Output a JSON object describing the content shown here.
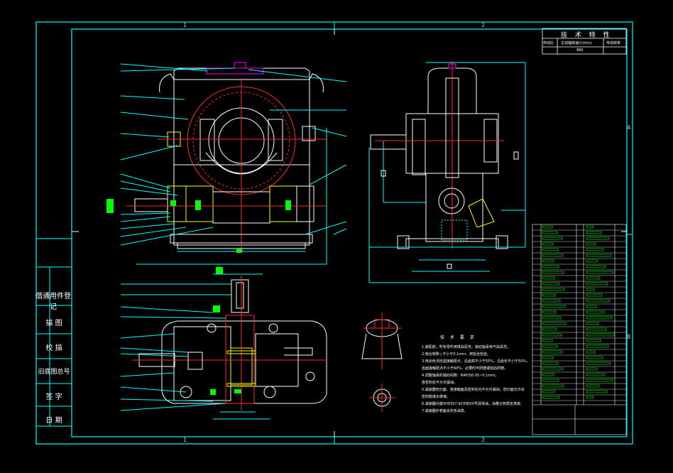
{
  "zones": {
    "top_1": "1",
    "top_2": "2",
    "bottom_1": "1",
    "bottom_2": "2",
    "right_a": "A",
    "right_b": "B"
  },
  "side_table": [
    "借通用件登记",
    "描 图",
    "校 描",
    "旧底图总号",
    "签 字",
    "日 期"
  ],
  "spec_table": {
    "title": "技 术 特 性",
    "headers": [
      "传动比",
      "主动轴转速/(r/min)",
      "传动效率"
    ],
    "values": [
      "",
      "960",
      ""
    ]
  },
  "tech_req": {
    "title": "技 术 要 求",
    "lines": [
      "1.装配前，所有零件用煤油清洗，滚动轴承用汽油清洗。",
      "2.啮合侧隙 j 不小于0.1mm，用铅丝检验。",
      "3.用涂色法检验接触斑点，沿齿高不小于55%，沿齿长不小于50%。",
      "  齿面接触斑点不小于60%，必要时可研磨或刮后研磨。",
      "4.调整轴承的轴向间隙：Φ40为0.05~0.1mm。",
      "  各密封处不允许漏油。",
      "5.减速器剖分面、各接触面及密封处均不允许漏油，剖分面允许涂",
      "  密封胶或水玻璃。",
      "6.减速器内装SH0357-92中的50号润滑油，油量达到规定高度。",
      "7.减速器外表面涂灰色油漆。"
    ]
  },
  "colors": {
    "frame": "#00ffff",
    "drawing": "#ffffff",
    "red": "#ff2a2a",
    "green": "#00ff00",
    "magenta": "#ff00ff",
    "yellow": "#ffff00"
  }
}
